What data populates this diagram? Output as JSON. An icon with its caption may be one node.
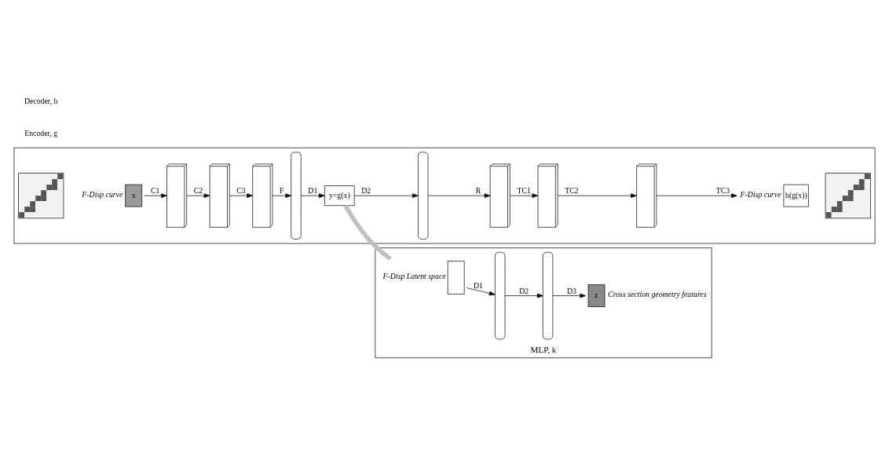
{
  "diagram": {
    "nodes": [
      {
        "text": [],
        "shape": "box"
      },
      {
        "text": [],
        "shape": "picture",
        "in": 0
      },
      {
        "text": [
          "x"
        ],
        "beside": [
          "F-Disp curve"
        ],
        "in": 0
      },
      {
        "text": [],
        "shape": "box",
        "in": 0
      },
      {
        "text": [],
        "shape": "box",
        "in": 0
      },
      {
        "text": [],
        "shape": "box",
        "in": 0
      },
      {
        "text": [],
        "shape": "bar",
        "in": 0
      },
      {
        "text": [
          "y=g(x)"
        ],
        "in": 0
      },
      {
        "text": [],
        "shape": "bar",
        "in": 0
      },
      {
        "text": [],
        "shape": "box",
        "in": 0
      },
      {
        "text": [],
        "shape": "box",
        "in": 0
      },
      {
        "text": [],
        "shape": "box",
        "in": 0
      },
      {
        "text": [
          "h(g(x))"
        ],
        "beside": [
          "F-Disp curve"
        ],
        "in": 0
      },
      {
        "text": [],
        "shape": "picture",
        "in": 0
      },
      {
        "text": [
          "MLP, k"
        ]
      },
      {
        "text": [],
        "shape": "box",
        "beside": [
          "F-Disp Latent space"
        ],
        "in": 14
      },
      {
        "text": [],
        "shape": "bar",
        "in": 14
      },
      {
        "text": [],
        "shape": "bar",
        "in": 14
      },
      {
        "text": [
          "z"
        ],
        "beside": [
          "Cross section geometry features"
        ],
        "in": 14
      }
    ],
    "edges": [
      {
        "from": 2,
        "to": 3,
        "label": "C1",
        "arrow": "to"
      },
      {
        "from": 3,
        "to": 4,
        "label": "C2",
        "arrow": "to"
      },
      {
        "from": 4,
        "to": 5,
        "label": "C3",
        "arrow": "to"
      },
      {
        "from": 5,
        "to": 6,
        "label": "F",
        "arrow": "to"
      },
      {
        "from": 6,
        "to": 7,
        "label": "D1",
        "arrow": "to"
      },
      {
        "from": 7,
        "to": 8,
        "label": "D2",
        "arrow": "to"
      },
      {
        "from": 8,
        "to": 9,
        "label": "R",
        "arrow": "to"
      },
      {
        "from": 9,
        "to": 10,
        "label": "TC1",
        "arrow": "to"
      },
      {
        "from": 10,
        "to": 11,
        "label": "TC2",
        "arrow": "to"
      },
      {
        "from": 11,
        "to": 12,
        "label": "TC3",
        "arrow": "to"
      },
      {
        "from": 7,
        "to": 15,
        "arrow": "none",
        "style": "thick",
        "color": "#c0c0c0"
      },
      {
        "from": 15,
        "to": 16,
        "label": "D1",
        "arrow": "to"
      },
      {
        "from": 16,
        "to": 17,
        "label": "D2",
        "arrow": "to"
      },
      {
        "from": 17,
        "to": 18,
        "label": "D3",
        "arrow": "to"
      }
    ],
    "labels": [
      "Encoder, g",
      "Decoder, h"
    ]
  }
}
